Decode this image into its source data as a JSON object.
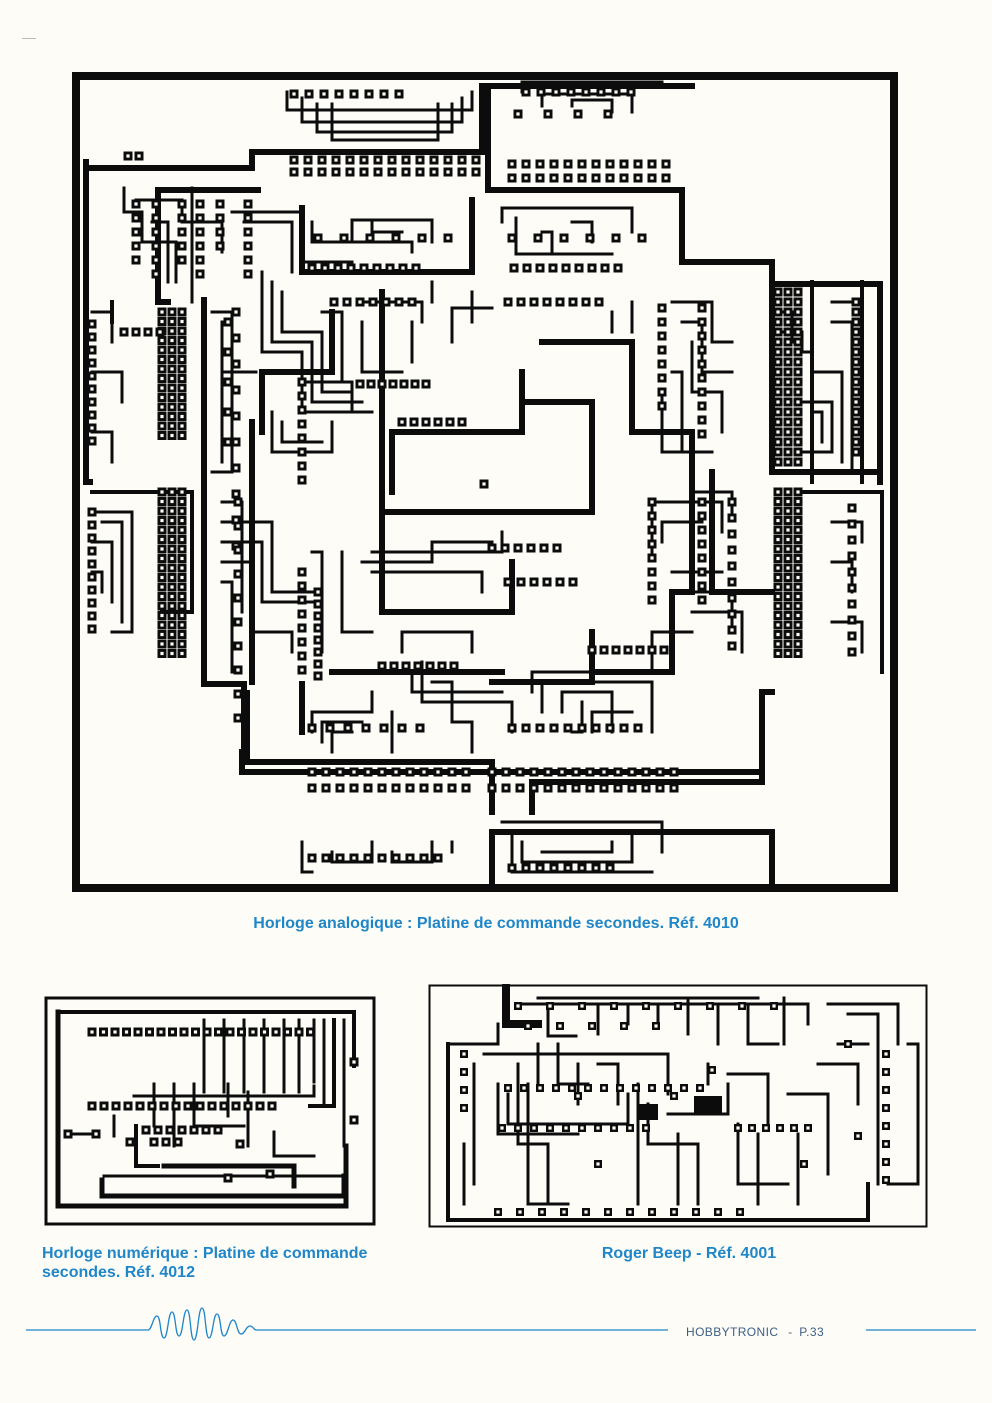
{
  "colors": {
    "accent": "#1f86c8",
    "copper": "#0c0c0c",
    "paper": "#fdfcf7",
    "footer_text": "#3c5f86"
  },
  "boards": [
    {
      "id": "main",
      "caption": "Horloge analogique : Platine de commande secondes. Réf. 4010"
    },
    {
      "id": "left",
      "caption": "Horloge numérique : Platine de commande secondes. Réf. 4012"
    },
    {
      "id": "right",
      "caption": "Roger Beep - Réf. 4001"
    }
  ],
  "footer": {
    "brand": "HOBBYTRONIC",
    "separator": "-",
    "page": "P.33"
  }
}
